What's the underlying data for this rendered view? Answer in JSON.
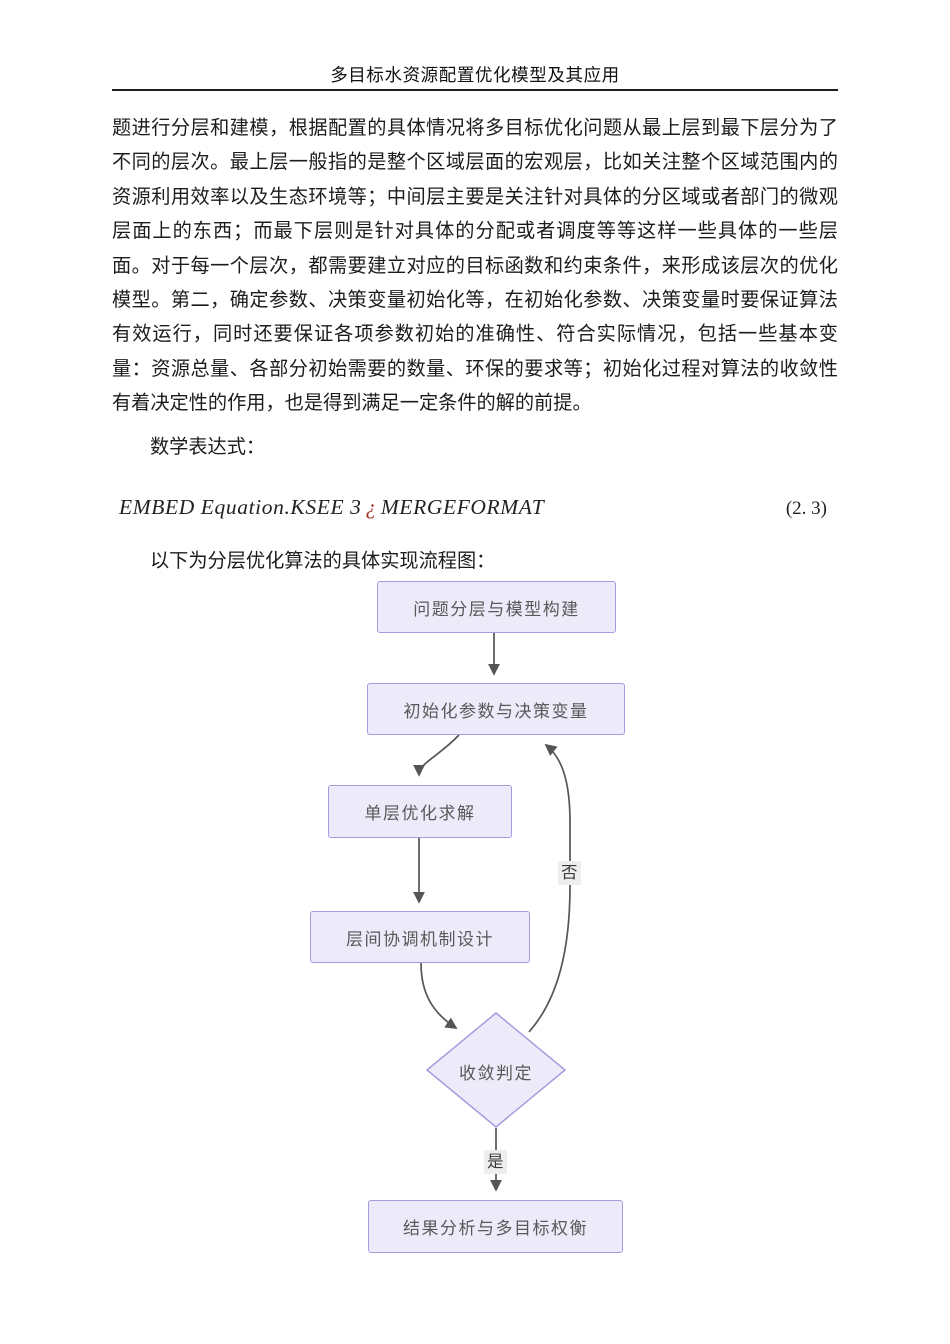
{
  "doc": {
    "header_title": "多目标水资源配置优化模型及其应用",
    "paragraph_lines": [
      "题进行分层和建模，根据配置的具体情况将多目标优化问题从最上层到最下层分为了",
      "不同的层次。最上层一般指的是整个区域层面的宏观层，比如关注整个区域范围内的",
      "资源利用效率以及生态环境等；中间层主要是关注针对具体的分区域或者部门的微观",
      "层面上的东西；而最下层则是针对具体的分配或者调度等等这样一些具体的一些层",
      "面。对于每一个层次，都需要建立对应的目标函数和约束条件，来形成该层次的优化",
      "模型。第二，确定参数、决策变量初始化等，在初始化参数、决策变量时要保证算法",
      "有效运行，同时还要保证各项参数初始的准确性、符合实际情况，包括一些基本变",
      "量：资源总量、各部分初始需要的数量、环保的要求等；初始化过程对算法的收敛性",
      "有着决定性的作用，也是得到满足一定条件的解的前提。"
    ],
    "math_label": "数学表达式：",
    "equation": {
      "prefix": "EMBED Equation.KSEE 3",
      "glyph": "¿",
      "suffix": "MERGEFORMAT",
      "number": "(2. 3)"
    },
    "flow_intro": "以下为分层优化算法的具体实现流程图："
  },
  "flowchart": {
    "nodes": [
      {
        "label": "问题分层与模型构建"
      },
      {
        "label": "初始化参数与决策变量"
      },
      {
        "label": "单层优化求解"
      },
      {
        "label": "层间协调机制设计"
      },
      {
        "label": "收敛判定"
      },
      {
        "label": "结果分析与多目标权衡"
      }
    ],
    "edge_labels": {
      "no": "否",
      "yes": "是"
    },
    "colors": {
      "node_fill": "#edebfa",
      "node_border": "#a89ae0",
      "edge_stroke": "#555555",
      "node_text": "#595959",
      "edge_label_bg": "#eeeeee",
      "equation_glyph": "#9c2f23",
      "header_rule": "#1e1e1e"
    }
  }
}
